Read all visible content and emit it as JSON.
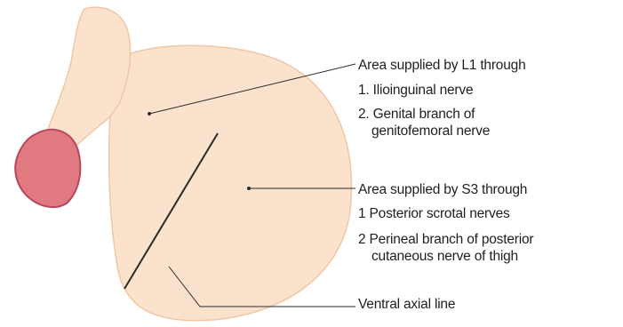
{
  "colors": {
    "skin": "#fbe2cc",
    "skin_edge": "#f0c7a6",
    "glans": "#e07a80",
    "glans_dark": "#b7475a",
    "line": "#2a2a2a",
    "text": "#1f1f1f"
  },
  "labels": {
    "l1_area": "Area supplied by L1 through",
    "l1_item1": "1. Ilioinguinal nerve",
    "l1_item2_line1": "2. Genital branch of",
    "l1_item2_line2": "genitofemoral nerve",
    "s3_area": "Area supplied by S3 through",
    "s3_item1": "1  Posterior scrotal nerves",
    "s3_item2_line1": "2  Perineal branch of posterior",
    "s3_item2_line2": "cutaneous nerve of thigh",
    "ventral_axial_line": "Ventral axial line"
  }
}
